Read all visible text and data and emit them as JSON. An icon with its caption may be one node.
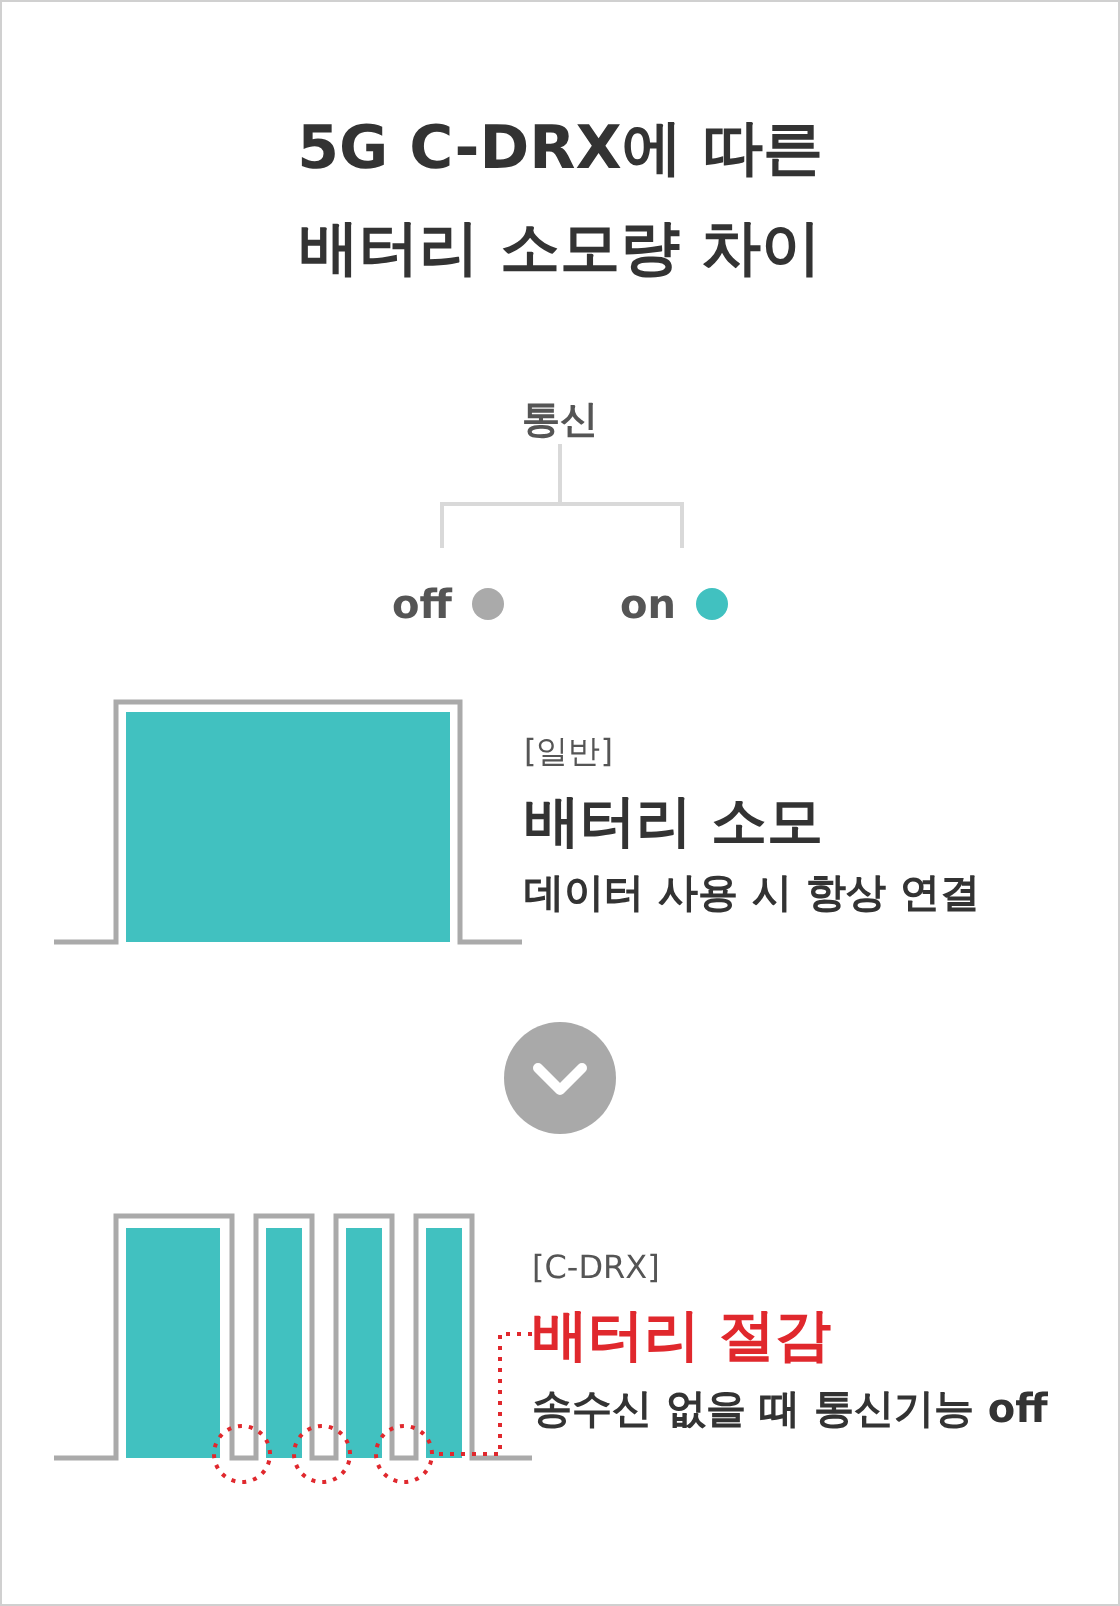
{
  "diagram": {
    "title": "5G C-DRX에 따른 배터리 소모량 차이",
    "nodes": [
      {
        "text": [
          "통신"
        ]
      },
      {
        "text": [
          "off"
        ]
      },
      {
        "text": [
          "on"
        ]
      },
      {
        "text": [
          "배터리 절감"
        ]
      }
    ],
    "edges": [
      {
        "from": 0,
        "to": 1,
        "arrow": "none"
      },
      {
        "from": 0,
        "to": 2,
        "arrow": "none"
      },
      {
        "from": 3,
        "to": null,
        "arrow": "none",
        "style": "dashed",
        "color": "#e0282d"
      }
    ],
    "labels": [
      "[일반]",
      "배터리 소모",
      "데이터 사용 시 항상 연결",
      "[C-DRX]",
      "송수신 없을 때 통신기능 off"
    ]
  }
}
